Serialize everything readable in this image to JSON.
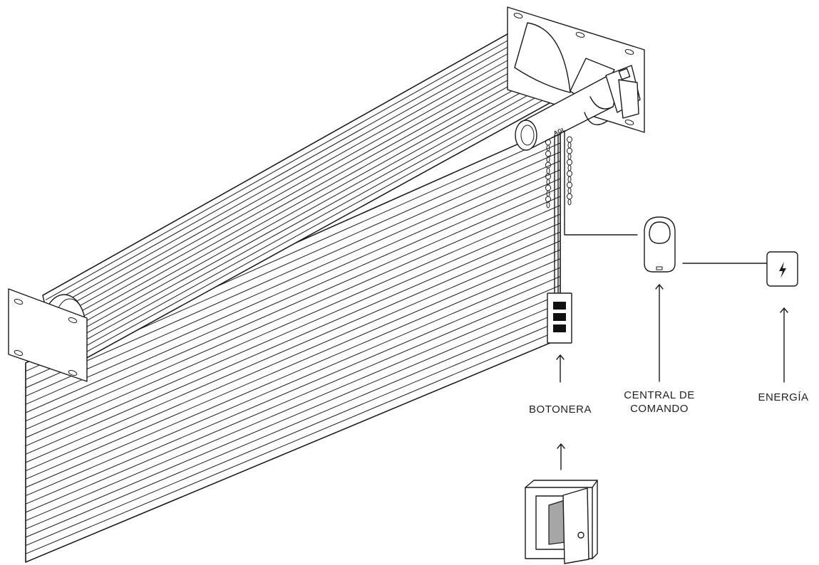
{
  "labels": {
    "botonera": "BOTONERA",
    "central_line1": "CENTRAL DE",
    "central_line2": "COMANDO",
    "energia": "ENERGÍA"
  },
  "motor_brand": "AGL",
  "icons": {
    "energy": "lightning-bolt-icon",
    "remote": "remote-control-icon",
    "switch": "wall-switch-icon",
    "door": "open-door-icon"
  },
  "colors": {
    "line": "#1a1a1a",
    "door_panel": "#a6a6a6",
    "background": "#ffffff"
  }
}
